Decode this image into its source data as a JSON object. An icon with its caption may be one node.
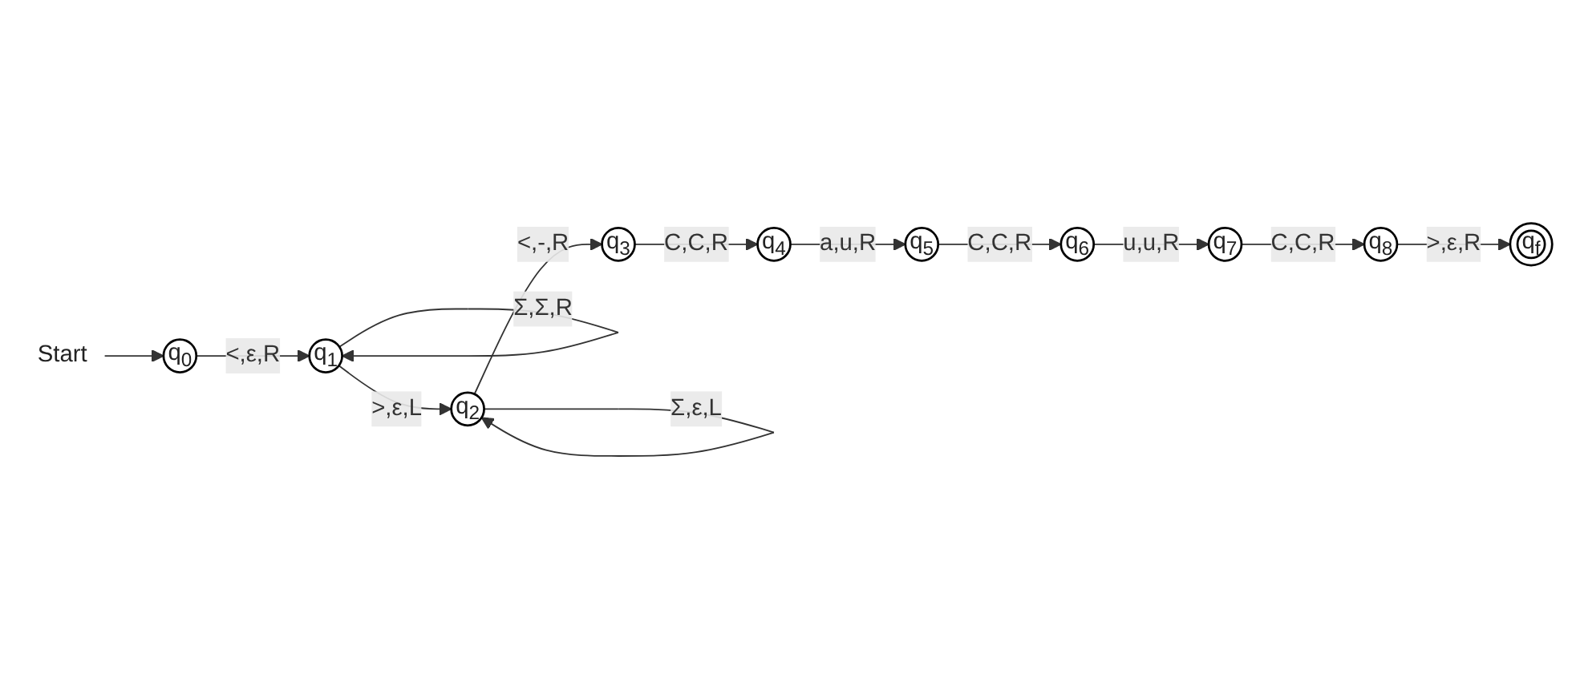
{
  "diagram": {
    "nodes": [
      {
        "text": [
          "Start"
        ]
      },
      {
        "text": [
          "q$_{0}$"
        ]
      },
      {
        "text": [
          "q$_{1}$"
        ]
      },
      {
        "text": [
          "q$_{2}$"
        ]
      },
      {
        "text": [
          "q$_{3}$"
        ]
      },
      {
        "text": [
          "q$_{4}$"
        ]
      },
      {
        "text": [
          "q$_{5}$"
        ]
      },
      {
        "text": [
          "q$_{6}$"
        ]
      },
      {
        "text": [
          "q$_{7}$"
        ]
      },
      {
        "text": [
          "q$_{8}$"
        ]
      },
      {
        "text": [
          "q$_{f}$"
        ]
      }
    ],
    "edges": [
      {
        "from": 0,
        "to": 1,
        "arrow": "to"
      },
      {
        "from": 1,
        "to": 2,
        "arrow": "to",
        "label": "<,ε,R"
      },
      {
        "from": 2,
        "to": 2,
        "arrow": "to",
        "label": "Σ,Σ,R"
      },
      {
        "from": 2,
        "to": 3,
        "arrow": "to",
        "label": ">,ε,L"
      },
      {
        "from": 3,
        "to": 3,
        "arrow": "to",
        "label": "Σ,ε,L"
      },
      {
        "from": 3,
        "to": 4,
        "arrow": "to",
        "label": "<,-,R"
      },
      {
        "from": 4,
        "to": 5,
        "arrow": "to",
        "label": "C,C,R"
      },
      {
        "from": 5,
        "to": 6,
        "arrow": "to",
        "label": "a,u,R"
      },
      {
        "from": 6,
        "to": 7,
        "arrow": "to",
        "label": "C,C,R"
      },
      {
        "from": 7,
        "to": 8,
        "arrow": "to",
        "label": "u,u,R"
      },
      {
        "from": 8,
        "to": 9,
        "arrow": "to",
        "label": "C,C,R"
      },
      {
        "from": 9,
        "to": 10,
        "arrow": "to",
        "label": ">,ε,R"
      }
    ]
  }
}
